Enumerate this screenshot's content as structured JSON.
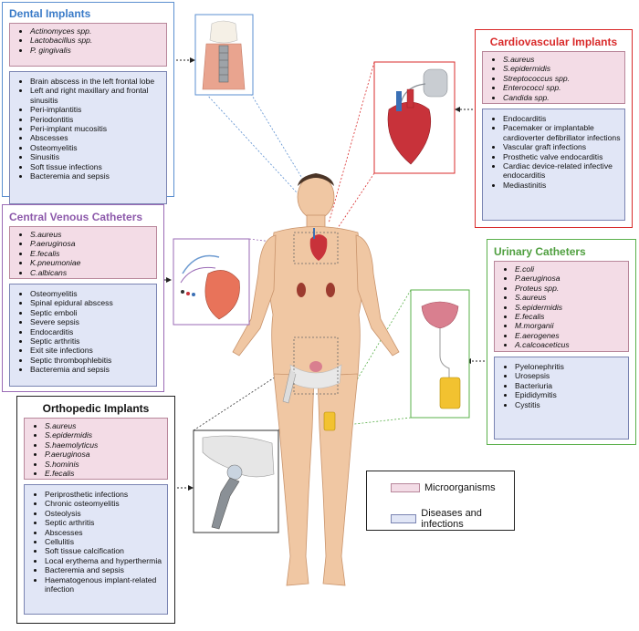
{
  "panels": {
    "dental": {
      "title": "Dental Implants",
      "microorganisms": [
        "Actinomyces spp.",
        "Lactobacillus spp.",
        "P. gingivalis"
      ],
      "diseases": [
        "Brain abscess in the left frontal lobe",
        "Left and right maxillary and frontal sinusitis",
        "Peri-implantitis",
        "Periodontitis",
        "Peri-implant mucositis",
        "Abscesses",
        "Osteomyelitis",
        "Sinusitis",
        "Soft tissue infections",
        "Bacteremia and sepsis"
      ]
    },
    "cardio": {
      "title": "Cardiovascular Implants",
      "microorganisms": [
        "S.aureus",
        "S.epidermidis",
        "Streptococcus spp.",
        "Enterococci spp.",
        "Candida spp."
      ],
      "diseases": [
        "Endocarditis",
        "Pacemaker or implantable cardioverter defibrillator infections",
        "Vascular graft infections",
        "Prosthetic valve endocarditis",
        "Cardiac device-related infective endocarditis",
        "Mediastinitis"
      ]
    },
    "cvc": {
      "title": "Central Venous Catheters",
      "microorganisms": [
        "S.aureus",
        "P.aeruginosa",
        "E.fecalis",
        "K.pneumoniae",
        "C.albicans"
      ],
      "diseases": [
        "Osteomyelitis",
        "Spinal epidural abscess",
        "Septic emboli",
        "Severe sepsis",
        "Endocarditis",
        "Septic arthritis",
        "Exit site infections",
        "Septic thrombophlebitis",
        "Bacteremia and sepsis"
      ]
    },
    "urinary": {
      "title": "Urinary Catheters",
      "microorganisms": [
        "E.coli",
        "P.aeruginosa",
        "Proteus spp.",
        "S.aureus",
        "S.epidermidis",
        "E.fecalis",
        "M.morganii",
        "E.aerogenes",
        "A.calcoaceticus"
      ],
      "diseases": [
        "Pyelonephritis",
        "Urosepsis",
        "Bacteriuria",
        "Epididymitis",
        "Cystitis"
      ]
    },
    "ortho": {
      "title": "Orthopedic Implants",
      "microorganisms": [
        "S.aureus",
        "S.epidermidis",
        "S.haemolyticus",
        "P.aeruginosa",
        "S.hominis",
        "E.fecalis"
      ],
      "diseases": [
        "Periprosthetic infections",
        "Chronic osteomyelitis",
        "Osteolysis",
        "Septic arthritis",
        "Abscesses",
        "Cellulitis",
        "Soft tissue calcification",
        "Local erythema and hyperthermia",
        "Bacteremia and sepsis",
        "Haematogenous implant-related infection"
      ]
    }
  },
  "legend": {
    "microorganisms_label": "Microorganisms",
    "diseases_label": "Diseases and infections",
    "microorganisms_color": "#f3dce6",
    "diseases_color": "#e1e6f6"
  },
  "colors": {
    "dental": "#5b8fd0",
    "cardio": "#d92b2b",
    "cvc": "#9a6ab5",
    "urinary": "#5ab04a",
    "ortho": "#222222",
    "skin": "#f0c7a3"
  }
}
